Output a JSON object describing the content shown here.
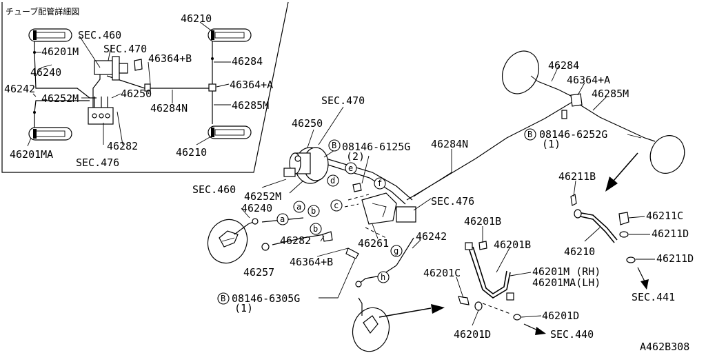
{
  "inset": {
    "caption": "チューブ配管詳細図",
    "labels": {
      "sec460": "SEC.460",
      "sec470": "SEC.470",
      "p46201M": "46201M",
      "p46240": "46240",
      "p46242": "46242",
      "p46252M": "46252M",
      "p46250": "46250",
      "p46282": "46282",
      "p46201MA": "46201MA",
      "sec476": "SEC.476",
      "p46210_top": "46210",
      "p46364B": "46364+B",
      "p46284": "46284",
      "p46364A": "46364+A",
      "p46284N": "46284N",
      "p46285M": "46285M",
      "p46210_bot": "46210"
    }
  },
  "main": {
    "labels": {
      "sec470": "SEC.470",
      "p46250": "46250",
      "bolt_6125G": "08146-6125G",
      "qty_6125G": "(2)",
      "p46284N": "46284N",
      "sec460": "SEC.460",
      "p46252M": "46252M",
      "p46240": "46240",
      "p46282": "46282",
      "p46257": "46257",
      "p46364B": "46364+B",
      "p46261": "46261",
      "sec476": "SEC.476",
      "p46242": "46242",
      "bolt_6305G": "08146-6305G",
      "qty_6305G": "(1)",
      "p46284": "46284",
      "p46364A": "46364+A",
      "p46285M": "46285M",
      "bolt_6252G": "08146-6252G",
      "qty_6252G": "(1)",
      "p46211B": "46211B",
      "p46211C": "46211C",
      "p46211D_1": "46211D",
      "p46211D_2": "46211D",
      "p46210": "46210",
      "sec441": "SEC.441",
      "p46201B_1": "46201B",
      "p46201B_2": "46201B",
      "p46201M_RH": "46201M (RH)",
      "p46201MA_LH": "46201MA(LH)",
      "p46201C": "46201C",
      "p46201D_1": "46201D",
      "p46201D_2": "46201D",
      "sec440": "SEC.440",
      "bolt_marker": "B",
      "circ_a": "a",
      "circ_b": "b",
      "circ_c": "c",
      "circ_d": "d",
      "circ_e": "e",
      "circ_f": "f",
      "circ_g": "g",
      "circ_h": "h"
    }
  },
  "drawing_code": "A462B308"
}
